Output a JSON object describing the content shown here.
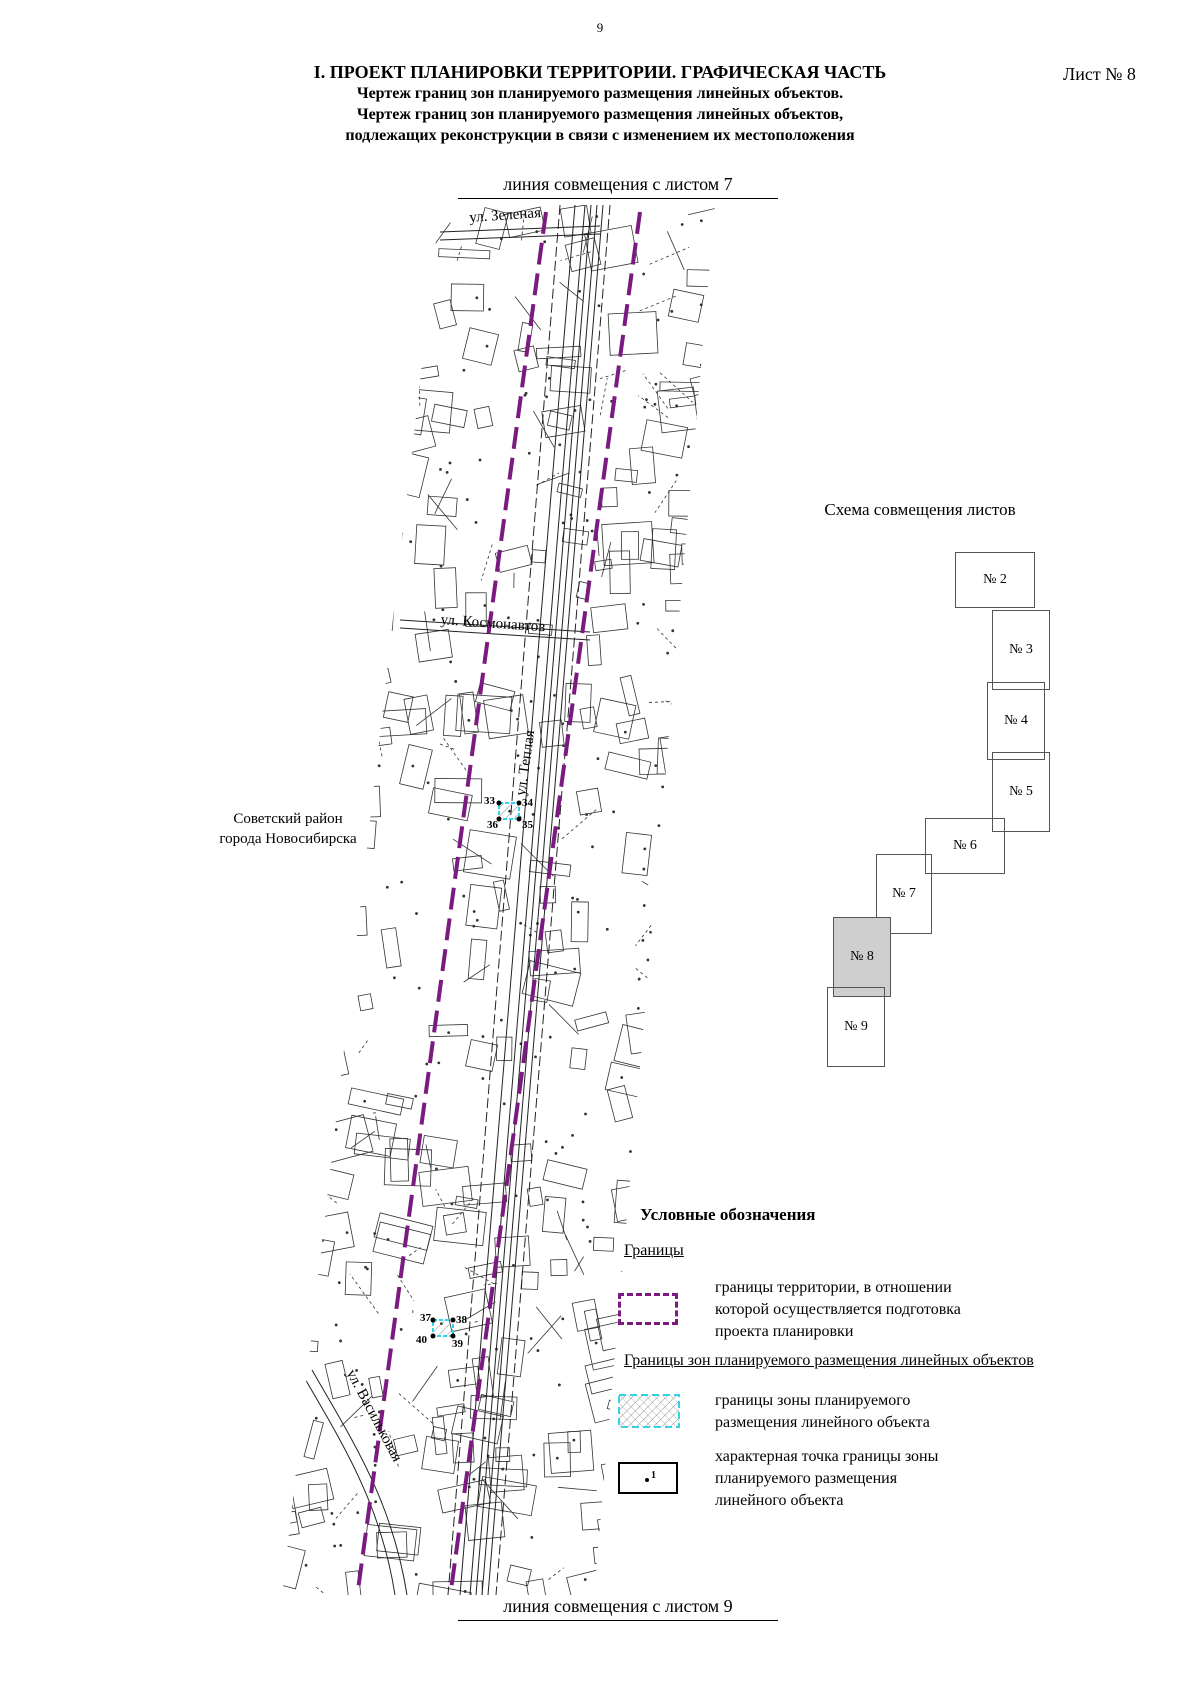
{
  "page_number": "9",
  "sheet_label": "Лист № 8",
  "title": {
    "line1": "I. ПРОЕКТ ПЛАНИРОВКИ ТЕРРИТОРИИ. ГРАФИЧЕСКАЯ ЧАСТЬ",
    "line2": "Чертеж границ зон планируемого размещения линейных объектов.",
    "line3": "Чертеж границ зон планируемого размещения линейных объектов,",
    "line4": "подлежащих реконструкции в связи с изменением их местоположения"
  },
  "match_lines": {
    "top": "линия совмещения с листом 7",
    "bottom": "линия совмещения с листом 9"
  },
  "map": {
    "district_line1": "Советский район",
    "district_line2": "города Новосибирска",
    "streets": {
      "zelenaya": "ул. Зеленая",
      "kosmonavtov": "ул. Космонавтов",
      "teplaya": "ул. Теплая",
      "vasilkovaya": "ул. Васильковая"
    },
    "points": [
      "33",
      "34",
      "35",
      "36",
      "37",
      "38",
      "39",
      "40"
    ],
    "colors": {
      "territory_boundary": "#7b1a7f",
      "zone_boundary": "#2fd4e8",
      "lines": "#222222"
    }
  },
  "scheme": {
    "title": "Схема совмещения листов",
    "sheets": [
      "№ 2",
      "№ 3",
      "№ 4",
      "№ 5",
      "№ 6",
      "№ 7",
      "№ 8",
      "№ 9"
    ],
    "active": "№ 8"
  },
  "legend": {
    "title": "Условные обозначения",
    "group1": "Границы",
    "item1": [
      "границы территории, в отношении",
      "которой осуществляется подготовка",
      "проекта планировки"
    ],
    "group2": "Границы зон планируемого размещения линейных объектов",
    "item2": [
      "границы зоны планируемого",
      "размещения линейного объекта"
    ],
    "item3": [
      "характерная точка границы зоны",
      "планируемого размещения",
      "линейного объекта"
    ],
    "item3_symbol_label": "1"
  }
}
